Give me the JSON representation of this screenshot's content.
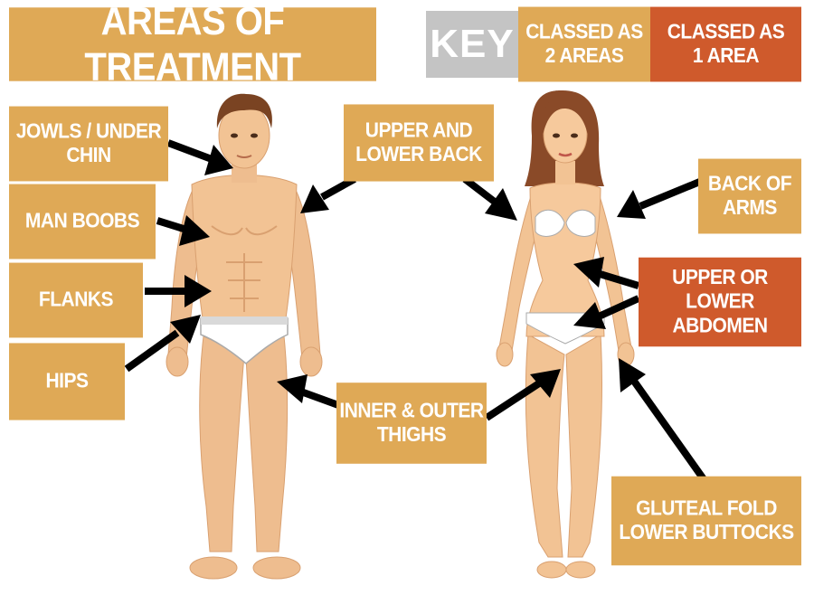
{
  "title": "AREAS OF TREATMENT",
  "key": {
    "label": "KEY",
    "two_areas": "CLASSED AS\n2 AREAS",
    "one_area": "CLASSED AS\n1 AREA",
    "colors": {
      "two_areas": "#dfa956",
      "one_area": "#cf5a2c",
      "key_bg": "#c4c4c4"
    }
  },
  "labels": {
    "jowls": "JOWLS / UNDER\nCHIN",
    "man_boobs": "MAN BOOBS",
    "flanks": "FLANKS",
    "hips": "HIPS",
    "upper_lower_back": "UPPER AND\nLOWER BACK",
    "back_of_arms": "BACK OF\nARMS",
    "abdomen": "UPPER OR LOWER\nABDOMEN",
    "thighs": "INNER & OUTER\nTHIGHS",
    "gluteal": "GLUTEAL FOLD\nLOWER BUTTOCKS"
  }
}
